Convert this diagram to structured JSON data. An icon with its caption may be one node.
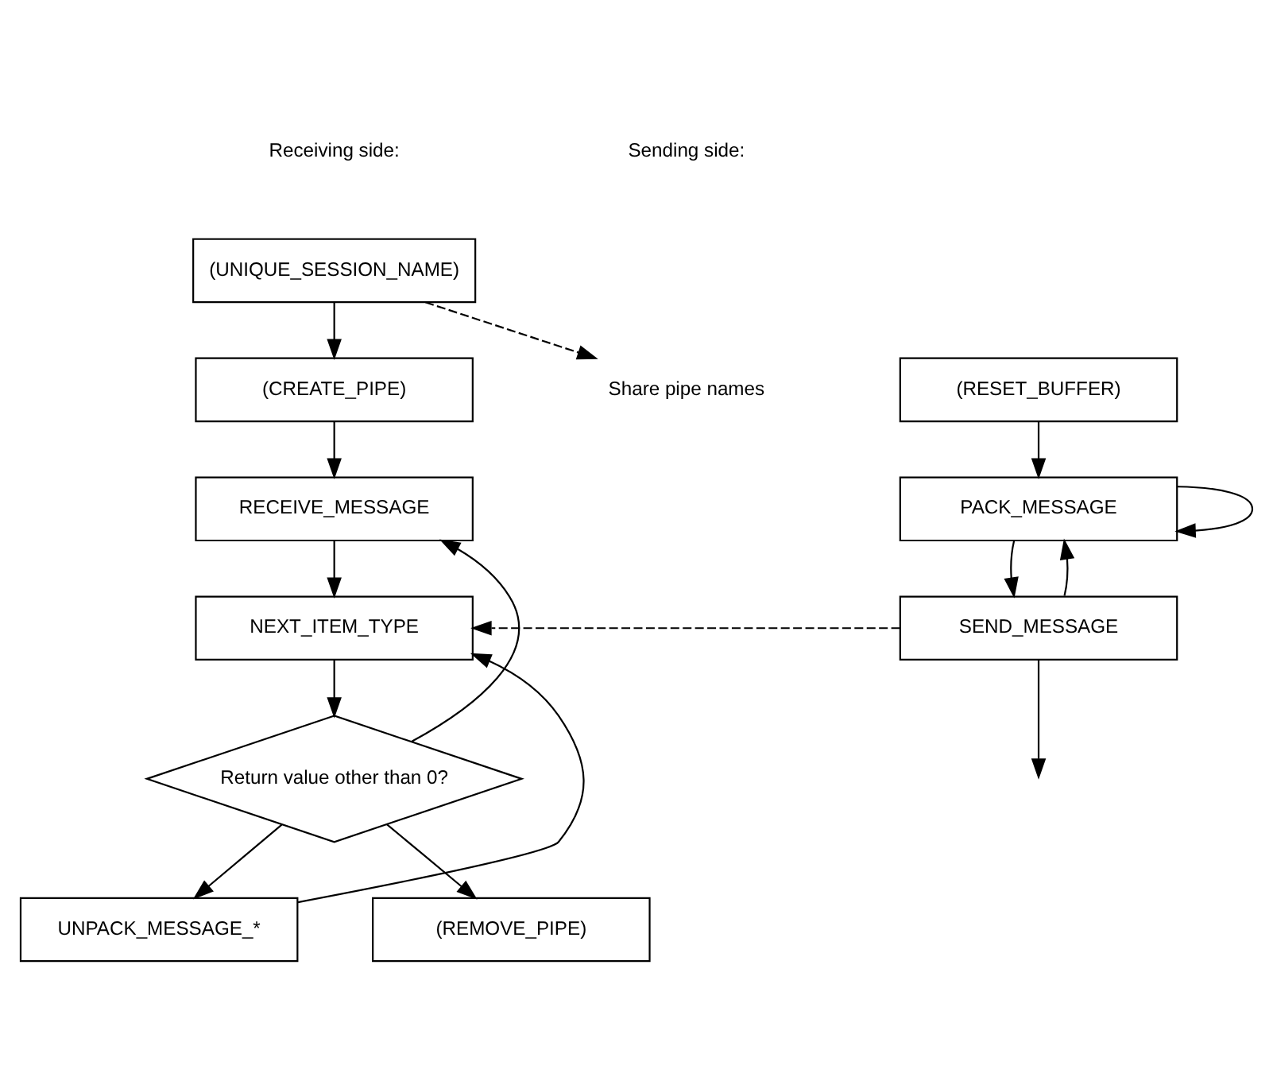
{
  "diagram": {
    "nodes": [
      {
        "text": [
          "(UNIQUE_SESSION_NAME)"
        ]
      },
      {
        "text": [
          "(CREATE_PIPE)"
        ]
      },
      {
        "text": [
          "RECEIVE_MESSAGE"
        ]
      },
      {
        "text": [
          "NEXT_ITEM_TYPE"
        ]
      },
      {
        "text": [
          "Return value other than 0?"
        ]
      },
      {
        "text": [
          "UNPACK_MESSAGE_*"
        ]
      },
      {
        "text": [
          "(REMOVE_PIPE)"
        ]
      },
      {
        "text": [
          "Share pipe names"
        ]
      },
      {
        "text": [
          "(RESET_BUFFER)"
        ]
      },
      {
        "text": [
          "PACK_MESSAGE"
        ]
      },
      {
        "text": [
          "SEND_MESSAGE"
        ]
      }
    ],
    "edges": [
      {
        "from": 0,
        "to": 1,
        "arrow": "to"
      },
      {
        "from": 0,
        "to": 7,
        "arrow": "to",
        "style": "dashed"
      },
      {
        "from": 1,
        "to": 2,
        "arrow": "to"
      },
      {
        "from": 2,
        "to": 3,
        "arrow": "to"
      },
      {
        "from": 3,
        "to": 4,
        "arrow": "to"
      },
      {
        "from": 4,
        "to": 5,
        "arrow": "to"
      },
      {
        "from": 5,
        "to": 3,
        "arrow": "to"
      },
      {
        "from": 4,
        "to": 6,
        "arrow": "to"
      },
      {
        "from": 4,
        "to": 2,
        "arrow": "to"
      },
      {
        "from": 8,
        "to": 9,
        "arrow": "to"
      },
      {
        "from": 9,
        "to": 9,
        "arrow": "to"
      },
      {
        "from": 9,
        "to": 10,
        "arrow": "to"
      },
      {
        "from": 10,
        "to": 9,
        "arrow": "to"
      },
      {
        "from": 10,
        "to": null,
        "arrow": "to"
      },
      {
        "from": 10,
        "to": 3,
        "arrow": "to",
        "style": "dashed"
      }
    ],
    "labels": [
      "Receiving side:",
      "Sending side:"
    ]
  }
}
